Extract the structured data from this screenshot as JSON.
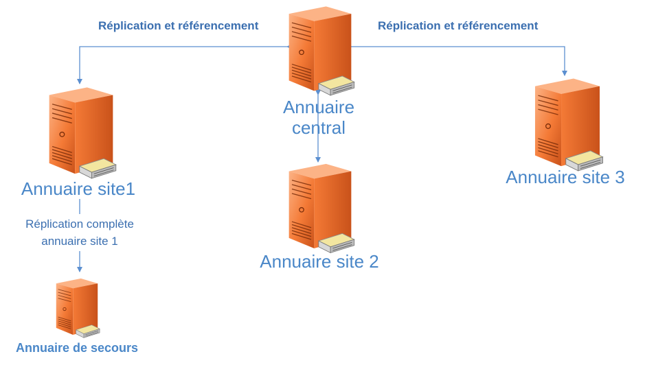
{
  "nodes": {
    "central": {
      "line1": "Annuaire",
      "line2": "central"
    },
    "site1": {
      "label": "Annuaire site1"
    },
    "site2": {
      "label": "Annuaire site 2"
    },
    "site3": {
      "label": "Annuaire site 3"
    },
    "secours": {
      "label": "Annuaire de secours"
    }
  },
  "edges": {
    "left_top": "Réplication et référencement",
    "right_top": "Réplication et référencement",
    "site1_secours_line1": "Réplication complète",
    "site1_secours_line2": "annuaire site 1"
  },
  "colors": {
    "label": "#4a87c8",
    "edge_label": "#3b6fb0",
    "connector": "#5b8fd0",
    "server_body": "#f47a36",
    "server_light": "#fcb386",
    "server_dark": "#c9521a"
  },
  "icons": {
    "server": "server-icon"
  }
}
